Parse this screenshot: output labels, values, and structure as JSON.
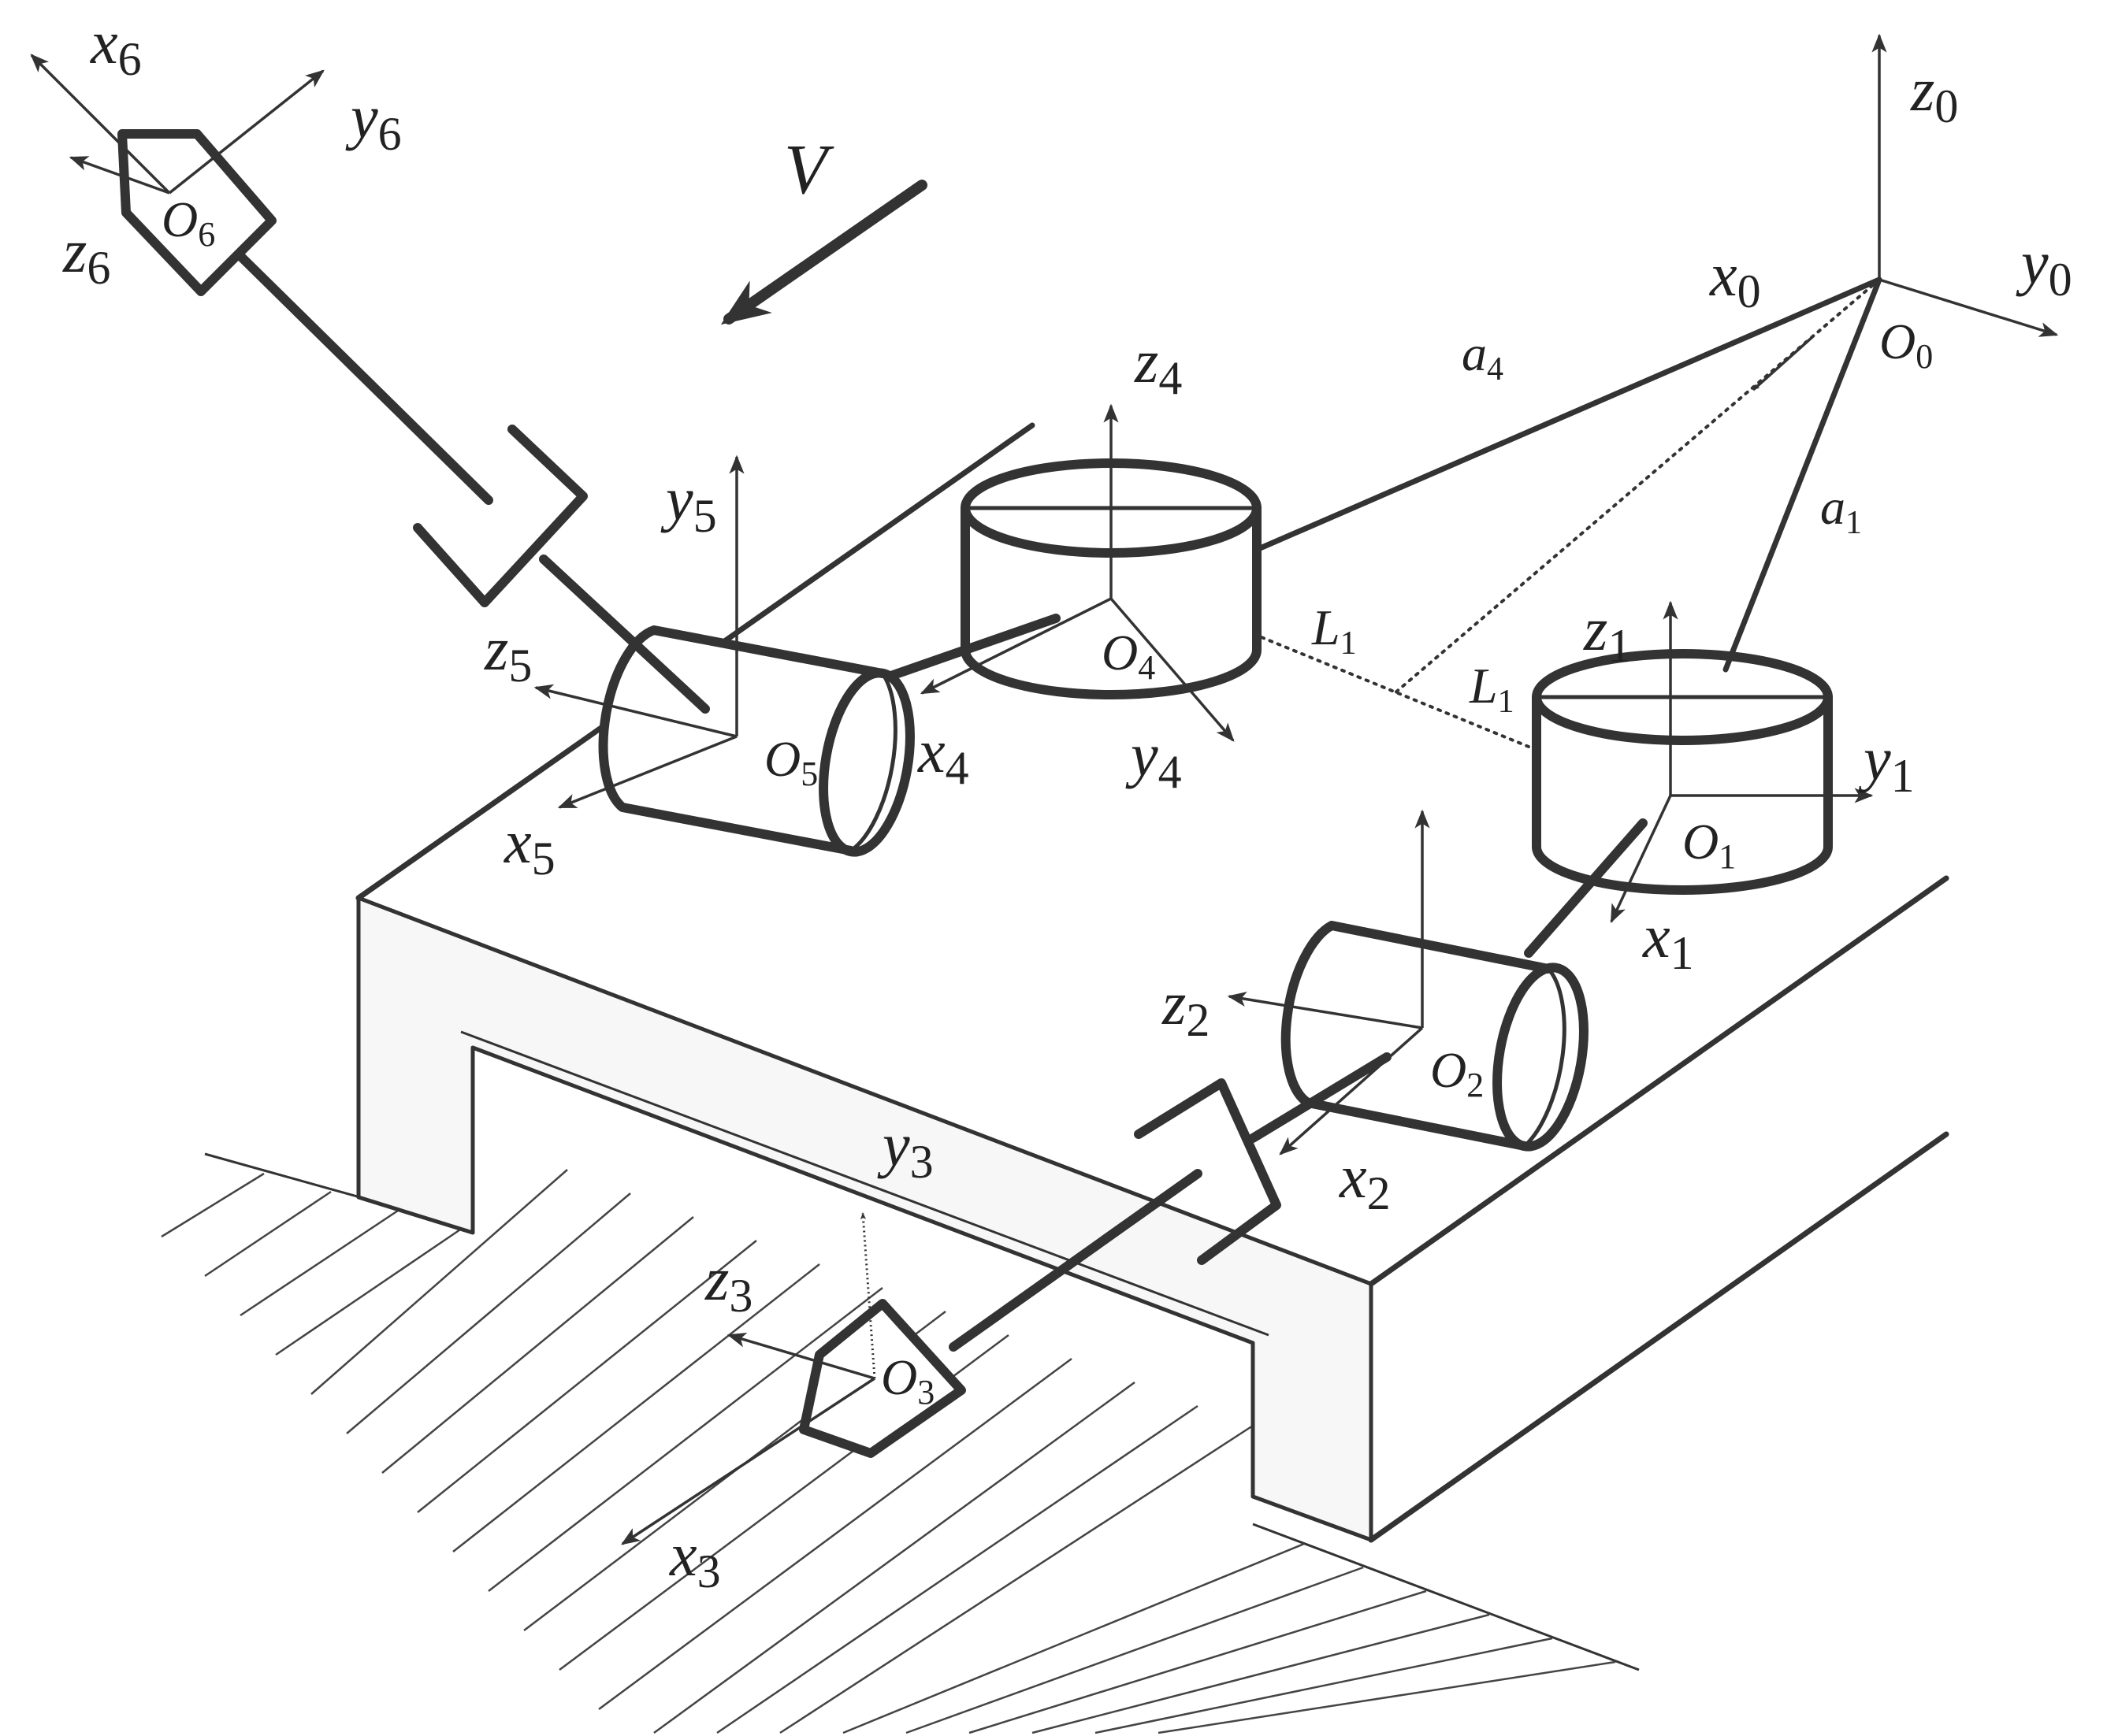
{
  "diagram": {
    "velocity_label": "V",
    "frames": {
      "f0": {
        "x": "x",
        "y": "y",
        "z": "z",
        "sub": "0",
        "origin": "O",
        "origin_sub": "0"
      },
      "f1": {
        "x": "x",
        "y": "y",
        "z": "z",
        "sub": "1",
        "origin": "O",
        "origin_sub": "1"
      },
      "f2": {
        "x": "x",
        "z": "z",
        "sub": "2",
        "origin": "O",
        "origin_sub": "2"
      },
      "f3": {
        "x": "x",
        "y": "y",
        "z": "z",
        "sub": "3",
        "origin": "O",
        "origin_sub": "3"
      },
      "f4": {
        "x": "x",
        "y": "y",
        "z": "z",
        "sub": "4",
        "origin": "O",
        "origin_sub": "4"
      },
      "f5": {
        "x": "x",
        "y": "y",
        "z": "z",
        "sub": "5",
        "origin": "O",
        "origin_sub": "5"
      },
      "f6": {
        "x": "x",
        "y": "y",
        "z": "z",
        "sub": "6",
        "origin": "O",
        "origin_sub": "6"
      }
    },
    "dimensions": {
      "a1": {
        "base": "a",
        "sub": "1"
      },
      "a4": {
        "base": "a",
        "sub": "4"
      },
      "L1_upper": {
        "base": "L",
        "sub": "1"
      },
      "L1_lower": {
        "base": "L",
        "sub": "1"
      }
    }
  }
}
